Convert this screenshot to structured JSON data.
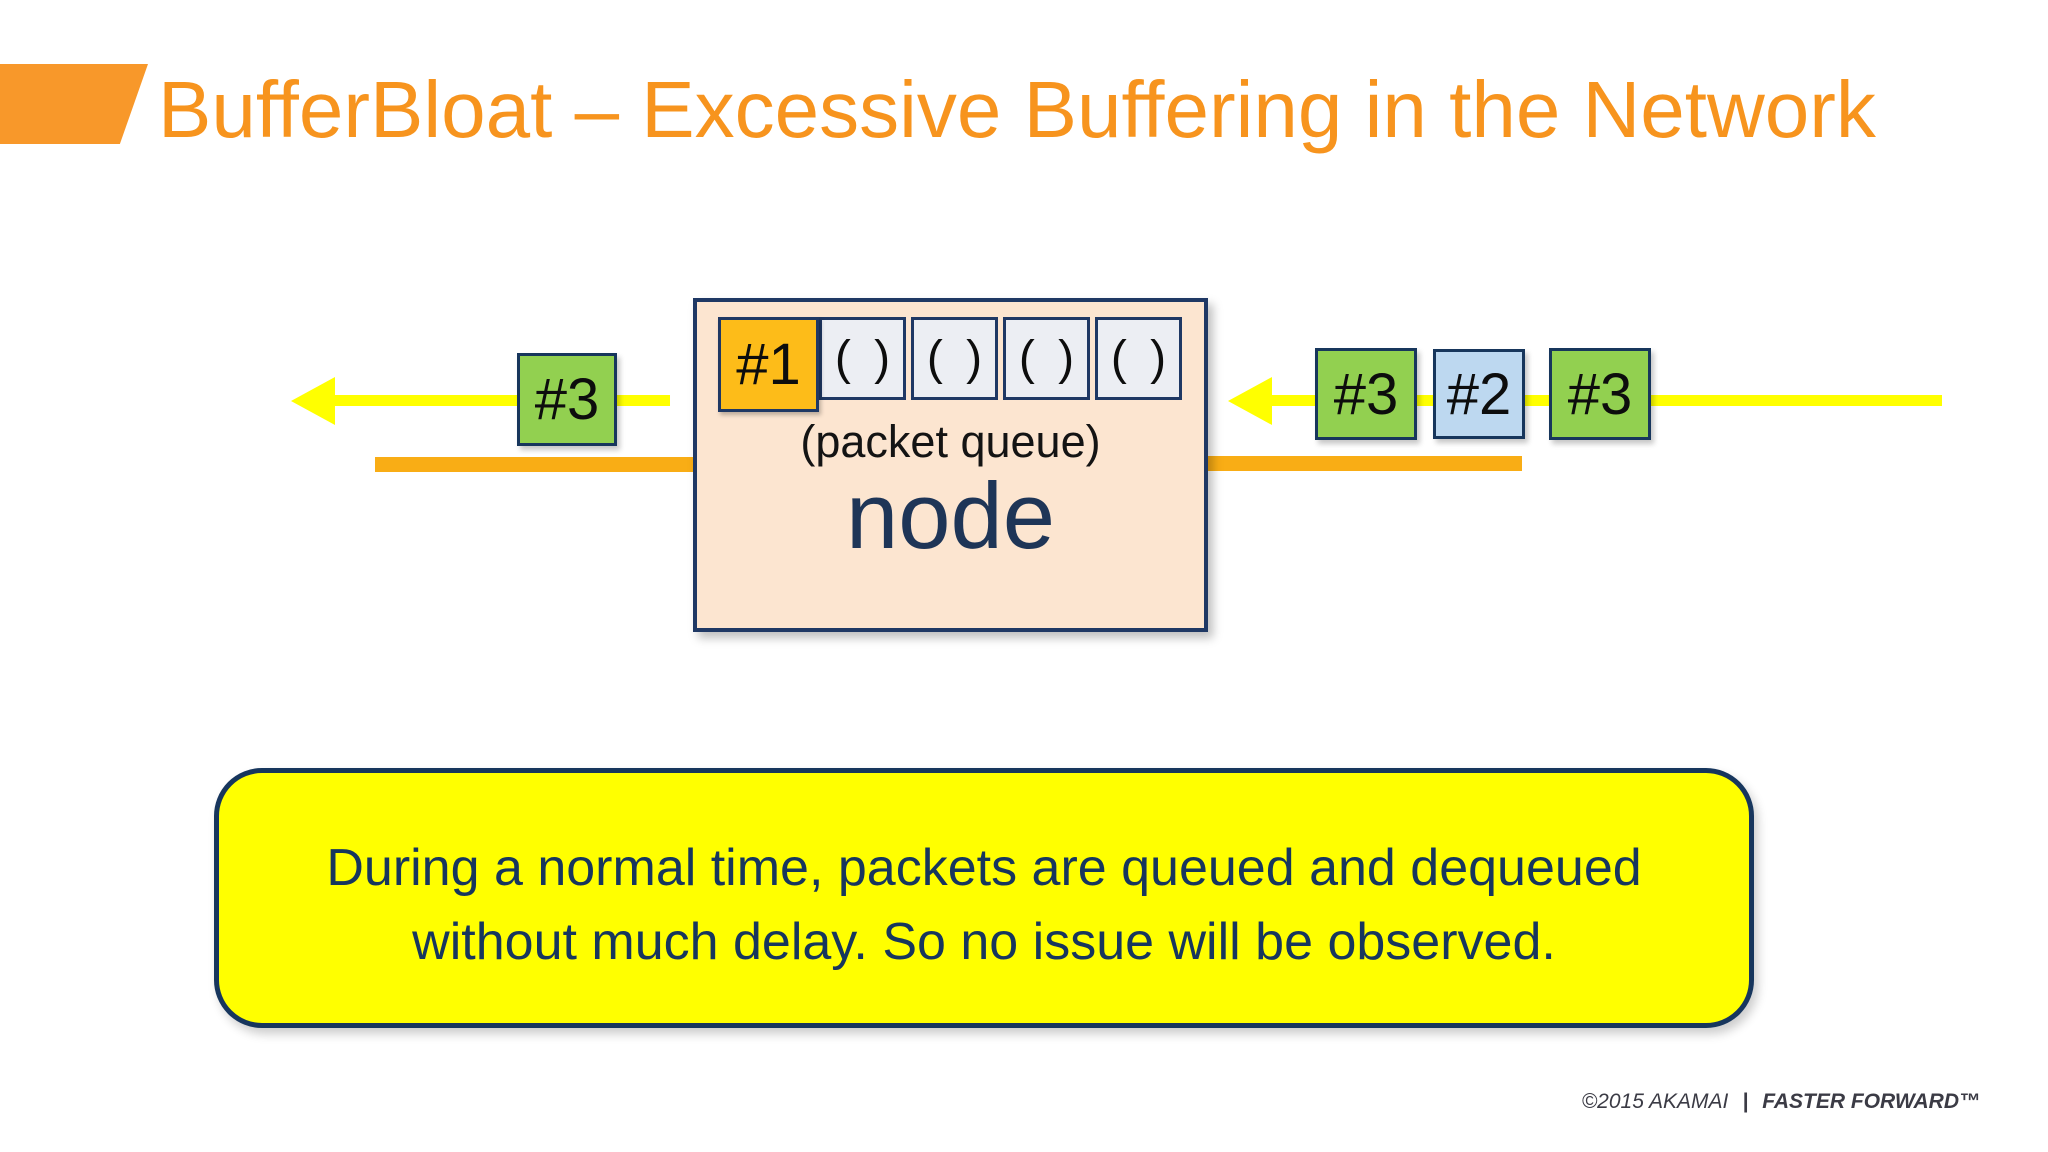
{
  "header": {
    "title": "BufferBloat – Excessive Buffering in the Network"
  },
  "node": {
    "label": "node",
    "queue_label": "(packet queue)",
    "queue_cells": [
      "#1",
      "( )",
      "( )",
      "( )",
      "( )"
    ]
  },
  "packets": {
    "left_outgoing": "#3",
    "right_incoming": [
      "#3",
      "#2",
      "#3"
    ]
  },
  "callout": {
    "line1": "During a normal time, packets are queued and dequeued",
    "line2": "without much delay. So no issue will be observed."
  },
  "footer": {
    "copyright": "©2015 AKAMAI",
    "separator": "|",
    "tagline": "FASTER FORWARD™"
  },
  "colors": {
    "title_orange": "#f7941e",
    "accent_parallelogram": "#f8982a",
    "arrow_yellow": "#ffff00",
    "link_amber": "#f9ad15",
    "node_fill_peach": "#fce5d0",
    "navy_border": "#1f3864",
    "packet_green": "#92d050",
    "packet_blue": "#bdd8f0",
    "queue_cell_orange": "#fdbc19",
    "queue_cell_gray": "#eceef3",
    "callout_yellow": "#ffff00",
    "callout_text_navy": "#17365d",
    "footer_gray": "#3b3b45"
  }
}
